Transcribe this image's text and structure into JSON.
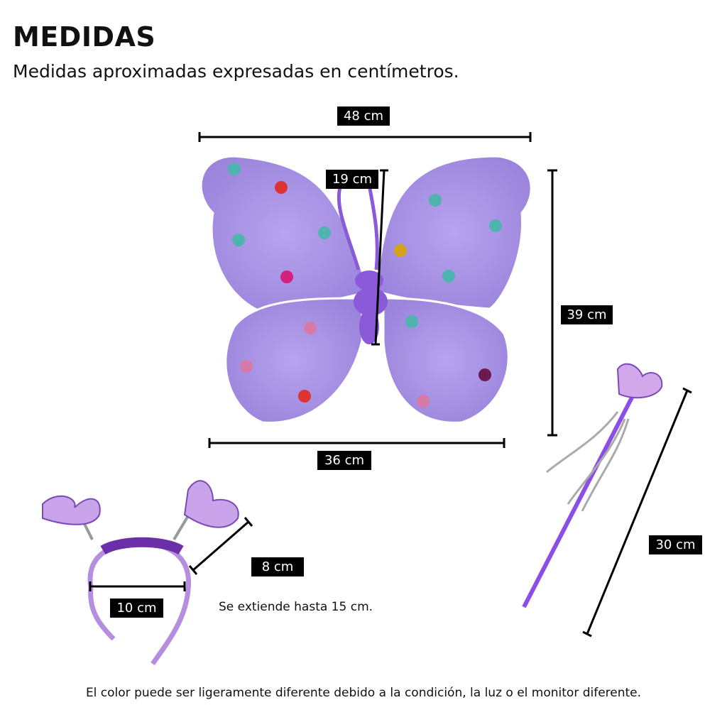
{
  "header": {
    "title": "MEDIDAS",
    "subtitle": "Medidas aproximadas expresadas en centímetros."
  },
  "wings": {
    "width_label": "48 cm",
    "antenna_label": "19 cm",
    "height_label": "39 cm",
    "bottom_width_label": "36 cm"
  },
  "headband": {
    "antenna_label": "8 cm",
    "width_label": "10 cm",
    "note": "Se extiende hasta 15 cm."
  },
  "wand": {
    "length_label": "30 cm"
  },
  "footer": {
    "disclaimer": "El color puede ser ligeramente diferente debido a la condición, la luz o el monitor diferente."
  },
  "colors": {
    "wing": "#a58fe0",
    "wing_edge": "#ffffff",
    "body": "#8a5ad8",
    "wand": "#8c4fe6",
    "label_bg": "#000000"
  }
}
